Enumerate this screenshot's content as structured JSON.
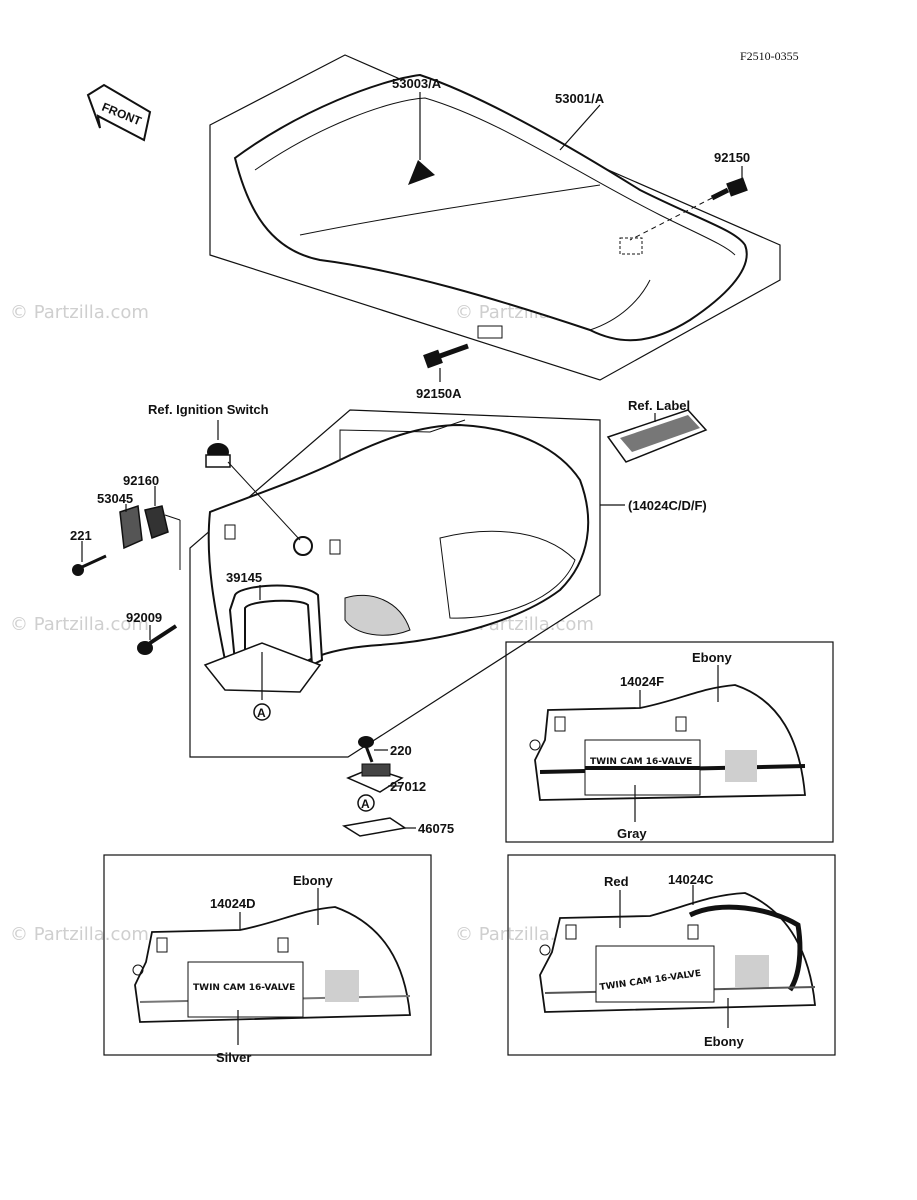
{
  "diagram_code": "F2510-0355",
  "front_arrow": "FRONT",
  "watermark": "© Partzilla.com",
  "seat": {
    "part_seat": "53001/A",
    "part_strap": "53003/A",
    "part_bolt_front": "92150",
    "part_bolt_rear": "92150A"
  },
  "cover": {
    "ref_ignition": "Ref. Ignition Switch",
    "ref_label": "Ref. Label",
    "cover_group": "(14024C/D/F)",
    "bolt_221": "221",
    "bracket_53045": "53045",
    "damper_92160": "92160",
    "grip_39145": "39145",
    "bolt_92009": "92009",
    "mark_a": "A"
  },
  "latch": {
    "screw_220": "220",
    "lock_27012": "27012",
    "cap_46075": "46075",
    "mark_a": "A"
  },
  "variant_f": {
    "part": "14024F",
    "color_top": "Ebony",
    "color_bottom": "Gray",
    "decal": "TWIN CAM 16-VALVE"
  },
  "variant_d": {
    "part": "14024D",
    "color_top": "Ebony",
    "color_bottom": "Silver",
    "decal": "TWIN CAM 16-VALVE"
  },
  "variant_c": {
    "part": "14024C",
    "color_top": "Red",
    "color_bottom": "Ebony",
    "decal": "TWIN CAM 16-VALVE"
  }
}
